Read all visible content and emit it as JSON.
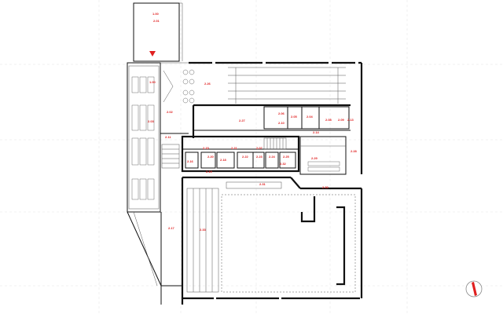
{
  "rooms": [
    {
      "id": "2.01",
      "label": "2.01"
    },
    {
      "id": "1.00",
      "label": "1.00"
    },
    {
      "id": "1.003",
      "label": "1.00"
    },
    {
      "id": "2.02",
      "label": "2.02"
    },
    {
      "id": "2.03",
      "label": "2.03"
    },
    {
      "id": "2.26",
      "label": "2.26"
    },
    {
      "id": "2.06",
      "label": "2.06"
    },
    {
      "id": "2.05",
      "label": "2.05"
    },
    {
      "id": "2.04",
      "label": "2.04"
    },
    {
      "id": "2.08",
      "label": "2.08"
    },
    {
      "id": "2.09",
      "label": "2.09"
    },
    {
      "id": "2.10",
      "label": "2.10"
    },
    {
      "id": "2.13",
      "label": "2.13"
    },
    {
      "id": "2.14",
      "label": "2.14"
    },
    {
      "id": "2.11",
      "label": "2.11"
    },
    {
      "id": "2.15",
      "label": "2.15"
    },
    {
      "id": "2.16",
      "label": "2.16"
    },
    {
      "id": "2.17",
      "label": "2.17"
    },
    {
      "id": "2.18",
      "label": "2.18"
    },
    {
      "id": "2.19",
      "label": "2.19"
    },
    {
      "id": "2.20",
      "label": "2.20"
    },
    {
      "id": "2.21",
      "label": "2.21"
    },
    {
      "id": "2.22",
      "label": "2.22"
    },
    {
      "id": "2.23",
      "label": "2.23"
    },
    {
      "id": "2.24",
      "label": "2.24"
    },
    {
      "id": "2.25",
      "label": "2.25"
    },
    {
      "id": "2.27",
      "label": "2.27"
    },
    {
      "id": "2.28",
      "label": "2.28"
    },
    {
      "id": "2.29",
      "label": "2.29"
    },
    {
      "id": "2.30",
      "label": "2.30"
    },
    {
      "id": "2.31",
      "label": "2.31"
    },
    {
      "id": "2.32",
      "label": "2.32"
    },
    {
      "id": "2.33",
      "label": "2.33"
    },
    {
      "id": "2.07",
      "label": "2.07"
    }
  ],
  "colors": {
    "wall": "#111111",
    "label": "#e02020",
    "grid": "#e6e6e6",
    "accent": "#e02020"
  },
  "icons": {
    "north": "north-arrow-icon",
    "entry": "entry-marker-icon"
  }
}
